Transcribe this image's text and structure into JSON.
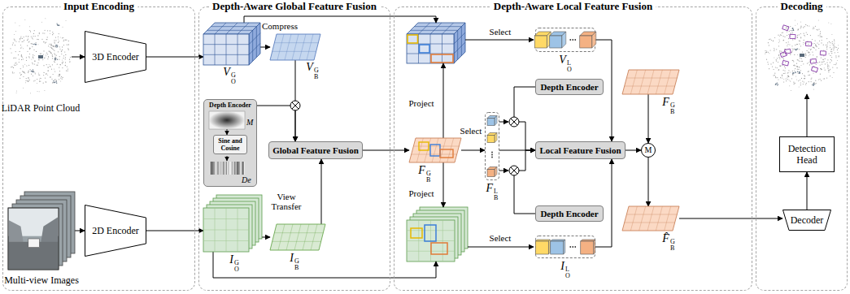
{
  "diagram": {
    "nodes": [
      {
        "text": [
          "Input Encoding"
        ]
      },
      {
        "text": [
          "LiDAR Point Cloud"
        ],
        "in": 0
      },
      {
        "text": [
          "3D Encoder"
        ],
        "in": 0
      },
      {
        "text": [
          "Multi-view Images"
        ],
        "in": 0
      },
      {
        "text": [
          "2D Encoder"
        ],
        "in": 0
      },
      {
        "text": [
          "Depth-Aware Global Feature Fusion"
        ]
      },
      {
        "text": [
          "VOG"
        ],
        "in": 5
      },
      {
        "text": [
          "VBG"
        ],
        "in": 5
      },
      {
        "text": [
          "Depth Encoder",
          "M",
          "De"
        ],
        "in": 5
      },
      {
        "text": [
          "Sine and Cosine"
        ],
        "in": 8
      },
      {
        "text": [
          "Global Feature Fusion"
        ],
        "in": 5
      },
      {
        "text": [
          "IOG"
        ],
        "in": 5
      },
      {
        "text": [
          "IBG"
        ],
        "in": 5
      },
      {
        "text": [
          "Depth-Aware Local Feature Fusion"
        ]
      },
      {
        "text": [
          "VOL"
        ],
        "in": 13
      },
      {
        "text": [
          "FBG"
        ],
        "in": 13
      },
      {
        "text": [
          "FBL"
        ],
        "in": 13
      },
      {
        "text": [
          "Depth Encoder"
        ],
        "in": 13
      },
      {
        "text": [
          "Local Feature Fusion"
        ],
        "in": 13
      },
      {
        "text": [
          "Depth Encoder"
        ],
        "in": 13
      },
      {
        "text": [
          "IOL"
        ],
        "in": 13
      },
      {
        "text": [
          "M"
        ],
        "in": 13
      },
      {
        "text": [
          "FBG"
        ],
        "in": 13
      },
      {
        "text": [
          "F̂BG"
        ],
        "in": 13
      },
      {
        "text": [
          "Decoding"
        ]
      },
      {
        "text": [
          "Detection Head"
        ],
        "in": 24
      },
      {
        "text": [
          "Decoder"
        ],
        "in": 24
      }
    ],
    "edges": [
      {
        "from": 1,
        "to": 2,
        "arrow": "to"
      },
      {
        "from": 2,
        "to": 6,
        "arrow": "to"
      },
      {
        "from": 3,
        "to": 4,
        "arrow": "to"
      },
      {
        "from": 4,
        "to": 11,
        "arrow": "to"
      },
      {
        "from": 6,
        "to": 7,
        "label": "Compress",
        "arrow": "to"
      },
      {
        "from": 7,
        "to": 10,
        "arrow": "to"
      },
      {
        "from": 8,
        "to": 10,
        "arrow": "to"
      },
      {
        "from": 11,
        "to": 12,
        "label": "View Transfer",
        "arrow": "to"
      },
      {
        "from": 12,
        "to": 10,
        "arrow": "to"
      },
      {
        "from": 10,
        "to": 15,
        "arrow": "to"
      },
      {
        "from": 15,
        "to": 16,
        "label": "Select",
        "arrow": "to"
      },
      {
        "from": 16,
        "to": 18,
        "arrow": "to"
      },
      {
        "from": 17,
        "to": 18,
        "arrow": "to"
      },
      {
        "from": 19,
        "to": 18,
        "arrow": "to"
      },
      {
        "from": 14,
        "to": 18,
        "arrow": "to"
      },
      {
        "from": 20,
        "to": 18,
        "arrow": "to"
      },
      {
        "from": 18,
        "to": 21,
        "arrow": "to"
      },
      {
        "from": 22,
        "to": 21,
        "arrow": "to"
      },
      {
        "from": 21,
        "to": 23,
        "arrow": "to"
      },
      {
        "from": 23,
        "to": 26,
        "arrow": "to"
      },
      {
        "from": 26,
        "to": 25,
        "arrow": "to"
      }
    ],
    "labels": [
      "Select",
      "Project",
      "Project",
      "Select"
    ]
  }
}
